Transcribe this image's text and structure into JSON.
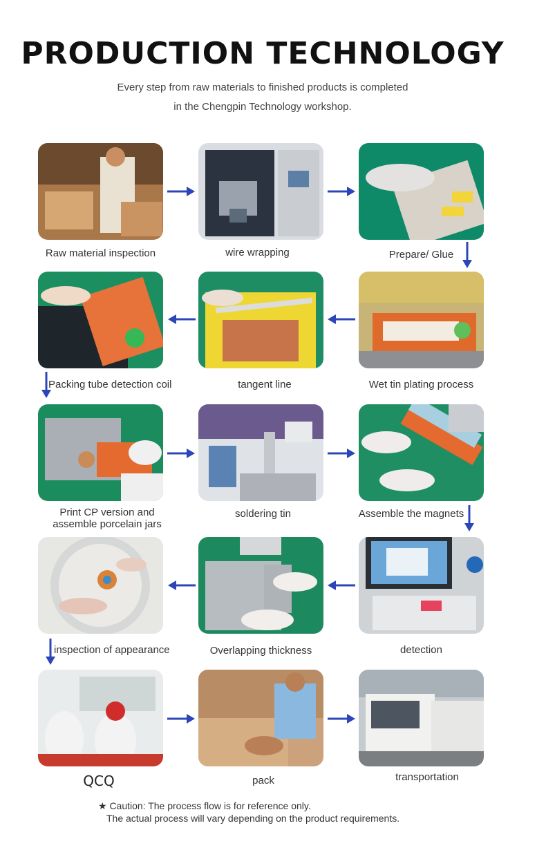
{
  "header": {
    "title": "PRODUCTION TECHNOLOGY",
    "subtitle_line1": "Every step from raw materials to finished products is completed",
    "subtitle_line2": "in the Chengpin Technology workshop."
  },
  "steps": [
    {
      "label": "Raw material inspection"
    },
    {
      "label": "wire wrapping"
    },
    {
      "label": "Prepare/ Glue"
    },
    {
      "label": "Packing tube detection coil"
    },
    {
      "label": "tangent line"
    },
    {
      "label": "Wet tin plating process"
    },
    {
      "label_line1": "Print CP version and",
      "label_line2": "assemble porcelain jars"
    },
    {
      "label": "soldering tin"
    },
    {
      "label": "Assemble the magnets"
    },
    {
      "label": "inspection of appearance"
    },
    {
      "label": "Overlapping thickness"
    },
    {
      "label": "detection"
    },
    {
      "label": "QCQ"
    },
    {
      "label": "pack"
    },
    {
      "label": "transportation"
    }
  ],
  "footer": {
    "note_line1": "★ Caution: The process flow is for reference only.",
    "note_line2": "The actual process will vary depending on the product requirements."
  },
  "colors": {
    "arrow": "#2c45b8",
    "title": "#111111"
  }
}
